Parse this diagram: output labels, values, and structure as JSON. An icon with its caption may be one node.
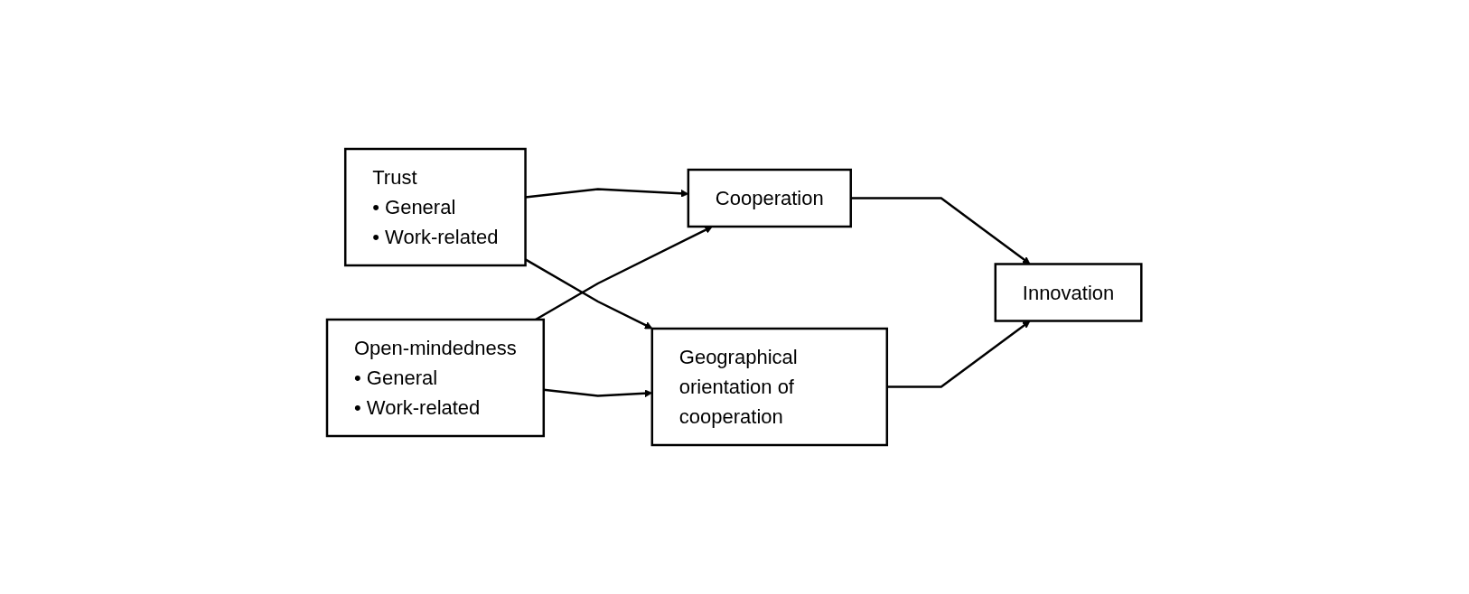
{
  "diagram": {
    "nodes": [
      {
        "text": [
          "Trust",
          "• General",
          "• Work-related"
        ]
      },
      {
        "text": [
          "Cooperation"
        ]
      },
      {
        "text": [
          "Innovation"
        ]
      },
      {
        "text": [
          "Open-mindedness",
          "• General",
          "• Work-related"
        ]
      },
      {
        "text": [
          "Geographical orientation of cooperation"
        ]
      }
    ],
    "edges": [
      {
        "from": 0,
        "to": 1,
        "arrow": "to"
      },
      {
        "from": 0,
        "to": 4,
        "arrow": "to"
      },
      {
        "from": 3,
        "to": 1,
        "arrow": "to"
      },
      {
        "from": 3,
        "to": 4,
        "arrow": "to"
      },
      {
        "from": 1,
        "to": 2,
        "arrow": "to"
      },
      {
        "from": 4,
        "to": 2,
        "arrow": "to"
      }
    ]
  }
}
